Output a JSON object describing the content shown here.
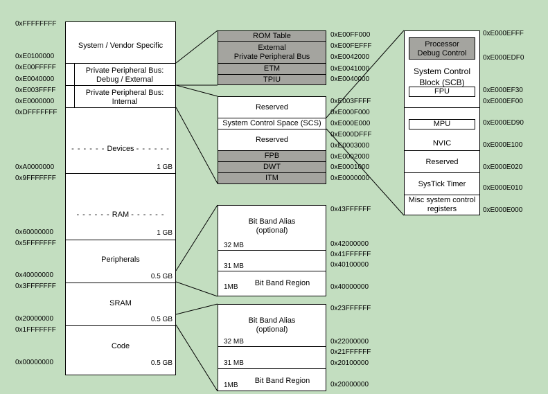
{
  "left_map": {
    "addr": {
      "a_ffffffff": "0xFFFFFFFF",
      "a_e0100000": "0xE0100000",
      "a_e00fffff": "0xE00FFFFF",
      "a_e0040000": "0xE0040000",
      "a_e003ffff": "0xE003FFFF",
      "a_e0000000": "0xE0000000",
      "a_dfffffff": "0xDFFFFFFF",
      "a_a0000000": "0xA0000000",
      "a_9fffffff": "0x9FFFFFFF",
      "a_60000000": "0x60000000",
      "a_5fffffff": "0x5FFFFFFF",
      "a_40000000": "0x40000000",
      "a_3fffffff": "0x3FFFFFFF",
      "a_20000000": "0x20000000",
      "a_1fffffff": "0x1FFFFFFF",
      "a_00000000": "0x00000000"
    },
    "vendor": "System / Vendor Specific",
    "ppb_debug": "Private Peripheral Bus:\nDebug / External",
    "ppb_internal": "Private Peripheral Bus:\nInternal",
    "devices": "Devices",
    "devices_size": "1 GB",
    "ram": "RAM",
    "ram_size": "1 GB",
    "peripherals": "Peripherals",
    "peripherals_size": "0.5 GB",
    "sram": "SRAM",
    "sram_size": "0.5 GB",
    "code": "Code",
    "code_size": "0.5 GB"
  },
  "ppb_map": {
    "rom_table": "ROM Table",
    "external_ppb": "External\nPrivate Peripheral Bus",
    "etm": "ETM",
    "tpiu": "TPIU",
    "reserved1": "Reserved",
    "scs": "System Control Space (SCS)",
    "reserved2": "Reserved",
    "fpb": "FPB",
    "dwt": "DWT",
    "itm": "ITM",
    "addr": {
      "a_e00ff000": "0xE00FF000",
      "a_e00fefff": "0xE00FEFFF",
      "a_e0042000": "0xE0042000",
      "a_e0041000": "0xE0041000",
      "a_e0040000": "0xE0040000",
      "a_e003ffff": "0xE003FFFF",
      "a_e000f000": "0xE000F000",
      "a_e000e000": "0xE000E000",
      "a_e000dfff": "0xE000DFFF",
      "a_e0003000": "0xE0003000",
      "a_e0002000": "0xE0002000",
      "a_e0001000": "0xE0001000",
      "a_e0000000": "0xE0000000"
    }
  },
  "scs_map": {
    "debug_ctrl": "Processor\nDebug Control",
    "scb": "System Control\nBlock (SCB)",
    "fpu": "FPU",
    "mpu": "MPU",
    "nvic": "NVIC",
    "reserved": "Reserved",
    "systick": "SysTick Timer",
    "misc": "Misc system control\nregisters",
    "addr": {
      "a_e000efff": "0xE000EFFF",
      "a_e000edf0": "0xE000EDF0",
      "a_e000ef30": "0xE000EF30",
      "a_e000ef00": "0xE000EF00",
      "a_e000ed90": "0xE000ED90",
      "a_e000e100": "0xE000E100",
      "a_e000e020": "0xE000E020",
      "a_e000e010": "0xE000E010",
      "a_e000e000": "0xE000E000"
    }
  },
  "bitband_periph": {
    "alias": "Bit Band Alias\n(optional)",
    "alias_size": "32 MB",
    "gap_size": "31 MB",
    "region_size": "1MB",
    "region": "Bit Band Region",
    "addr": {
      "a_43ffffff": "0x43FFFFFF",
      "a_42000000": "0x42000000",
      "a_41ffffff": "0x41FFFFFF",
      "a_40100000": "0x40100000",
      "a_40000000": "0x40000000"
    }
  },
  "bitband_sram": {
    "alias": "Bit Band Alias\n(optional)",
    "alias_size": "32 MB",
    "gap_size": "31 MB",
    "region_size": "1MB",
    "region": "Bit Band Region",
    "addr": {
      "a_23ffffff": "0x23FFFFFF",
      "a_22000000": "0x22000000",
      "a_21ffffff": "0x21FFFFFF",
      "a_20100000": "0x20100000",
      "a_20000000": "0x20000000"
    }
  }
}
